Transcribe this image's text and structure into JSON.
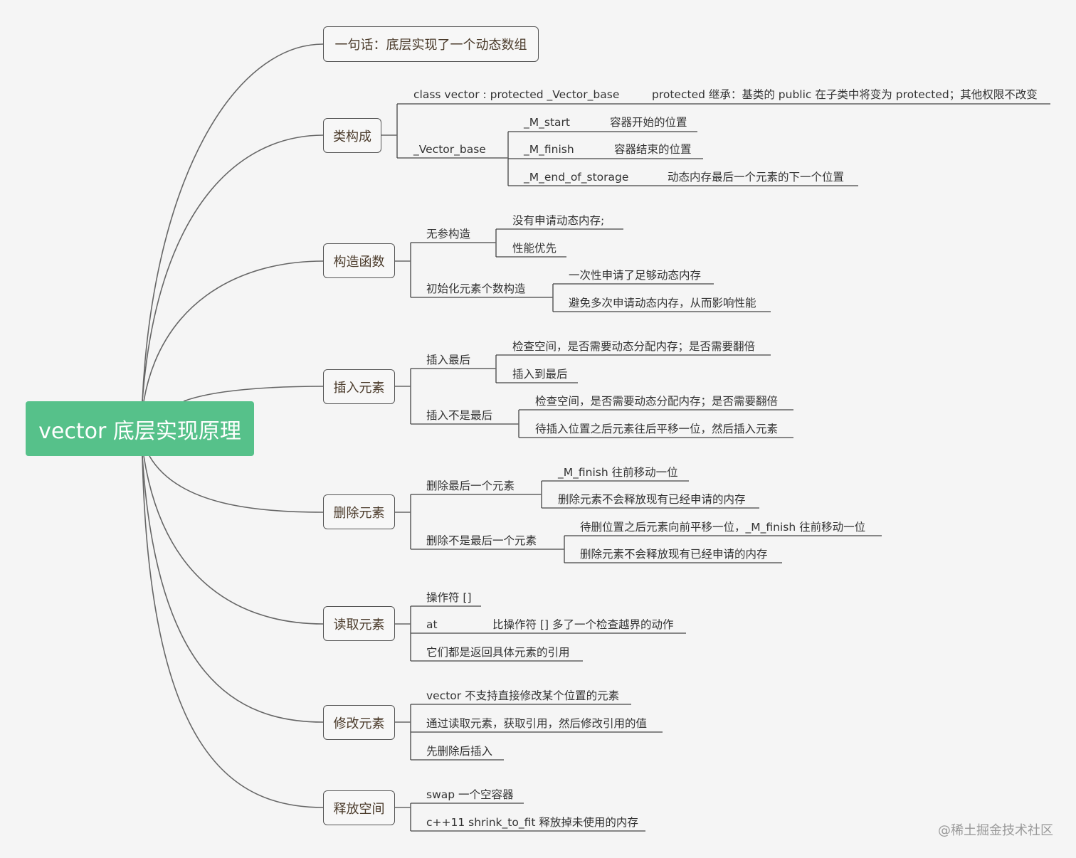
{
  "root": "vector 底层实现原理",
  "summary": "一句话：底层实现了一个动态数组",
  "composition": {
    "title": "类构成",
    "class_decl": "class vector : protected _Vector_base",
    "class_note": "protected 继承：基类的 public 在子类中将变为 protected；其他权限不改变",
    "base": "_Vector_base",
    "members": [
      {
        "name": "_M_start",
        "desc": "容器开始的位置"
      },
      {
        "name": "_M_finish",
        "desc": "容器结束的位置"
      },
      {
        "name": "_M_end_of_storage",
        "desc": "动态内存最后一个元素的下一个位置"
      }
    ]
  },
  "constructor": {
    "title": "构造函数",
    "default_ctor": "无参构造",
    "default_items": [
      "没有申请动态内存;",
      "性能优先"
    ],
    "count_ctor": "初始化元素个数构造",
    "count_items": [
      "一次性申请了足够动态内存",
      "避免多次申请动态内存，从而影响性能"
    ]
  },
  "insert": {
    "title": "插入元素",
    "last": "插入最后",
    "last_items": [
      "检查空间，是否需要动态分配内存；是否需要翻倍",
      "插入到最后"
    ],
    "not_last": "插入不是最后",
    "not_last_items": [
      "检查空间，是否需要动态分配内存；是否需要翻倍",
      "待插入位置之后元素往后平移一位，然后插入元素"
    ]
  },
  "erase": {
    "title": "删除元素",
    "last": "删除最后一个元素",
    "last_items": [
      "_M_finish 往前移动一位",
      "删除元素不会释放现有已经申请的内存"
    ],
    "not_last": "删除不是最后一个元素",
    "not_last_items": [
      "待删位置之后元素向前平移一位，_M_finish 往前移动一位",
      "删除元素不会释放现有已经申请的内存"
    ]
  },
  "read": {
    "title": "读取元素",
    "op": "操作符 []",
    "at": "at",
    "at_note": "比操作符 [] 多了一个检查越界的动作",
    "ref": "它们都是返回具体元素的引用"
  },
  "modify": {
    "title": "修改元素",
    "items": [
      "vector 不支持直接修改某个位置的元素",
      "通过读取元素，获取引用，然后修改引用的值",
      "先删除后插入"
    ]
  },
  "release": {
    "title": "释放空间",
    "items": [
      "swap 一个空容器",
      "c++11 shrink_to_fit 释放掉未使用的内存"
    ]
  },
  "watermark": "@稀土掘金技术社区"
}
